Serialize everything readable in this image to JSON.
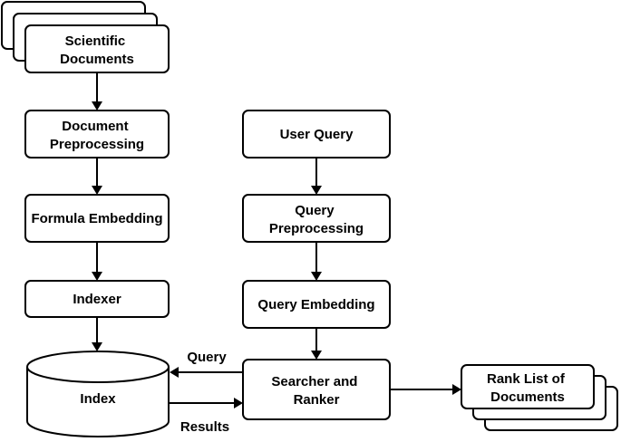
{
  "nodes": {
    "scientific_documents": [
      "Scientific",
      "Documents"
    ],
    "document_preprocessing": [
      "Document",
      "Preprocessing"
    ],
    "formula_embedding": [
      "Formula Embedding"
    ],
    "indexer": [
      "Indexer"
    ],
    "index": [
      "Index"
    ],
    "user_query": [
      "User Query"
    ],
    "query_preprocessing": [
      "Query",
      "Preprocessing"
    ],
    "query_embedding": [
      "Query Embedding"
    ],
    "searcher_and_ranker": [
      "Searcher and",
      "Ranker"
    ],
    "rank_list_of_documents": [
      "Rank List of",
      "Documents"
    ]
  },
  "edges": {
    "query_label": "Query",
    "results_label": "Results"
  }
}
